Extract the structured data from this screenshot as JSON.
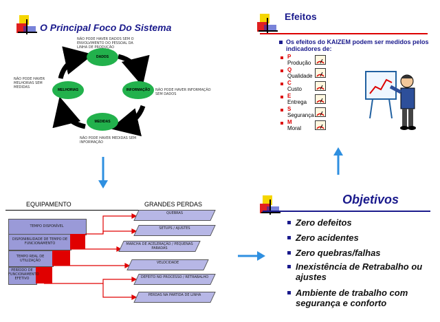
{
  "quadrant1": {
    "title": "O Principal Foco Do Sistema",
    "nodes": [
      "DADOS",
      "INFORMAÇÃO",
      "MEDIDAS",
      "MELHORIAS"
    ],
    "notes": [
      "NÃO PODE HAVER DADOS SEM O ENVOLVIMENTO DO PESSOAL DA LINHA DE PRODUÇÃO",
      "NÃO PODE HAVER INFORMAÇÃO SEM DADOS",
      "NÃO PODE HAVER MEDIDAS SEM INFORMAÇÃO",
      "NÃO PODE HAVER MELHORIAS SEM MEDIDAS"
    ]
  },
  "quadrant2": {
    "title": "Efeitos",
    "intro": "Os efeitos do KAIZEM podem ser medidos pelos indicadores de:",
    "indicators": [
      {
        "letter": "P",
        "name": "Produção"
      },
      {
        "letter": "Q",
        "name": "Qualidade"
      },
      {
        "letter": "C",
        "name": "Custo"
      },
      {
        "letter": "E",
        "name": "Entrega"
      },
      {
        "letter": "S",
        "name": "Segurança"
      },
      {
        "letter": "M",
        "name": "Moral"
      }
    ]
  },
  "quadrant3": {
    "left_header": "EQUIPAMENTO",
    "right_header": "GRANDES PERDAS",
    "times": [
      "TEMPO DISPONÍVEL",
      "DISPONIBILIDADE DE TEMPO DE FUNCIONAMENTO",
      "TEMPO REAL DE UTILIZAÇÃO",
      "PERÍODO DE FUNCIONAMENTO EFETIVO"
    ],
    "losses": [
      "QUEBRAS",
      "SETUPS / AJUSTES",
      "MARCHA DE ACELERAÇÃO / PEQUENAS PARADAS",
      "VELOCIDADE",
      "DEFEITO NO PROCESSO / RETRABALHO",
      "PERDAS NA PARTIDA DE LINHA"
    ]
  },
  "quadrant4": {
    "title": "Objetivos",
    "items": [
      "Zero defeitos",
      "Zero acidentes",
      "Zero quebras/falhas",
      "Inexistência de Retrabalho ou ajustes",
      "Ambiente de trabalho com segurança e conforto"
    ]
  },
  "colors": {
    "title_blue": "#1a1a8c",
    "arrow_blue": "#2e8fe0",
    "node_green": "#22b14c",
    "red": "#e00000",
    "box_purple": "#9a9ad8"
  }
}
